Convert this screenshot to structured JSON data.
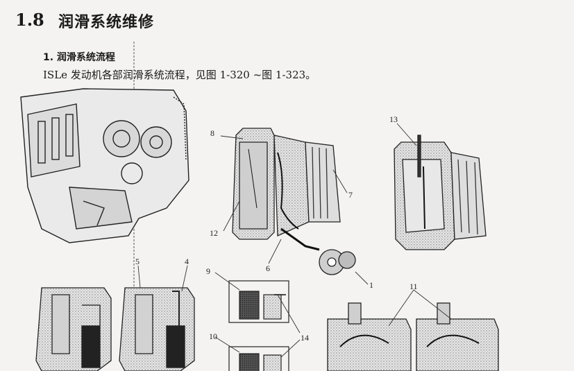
{
  "section": {
    "number": "1.8",
    "title": "润滑系统维修"
  },
  "subsection": {
    "title": "1. 润滑系统流程"
  },
  "paragraph": "ISLe 发动机各部润滑系统流程，见图 1-320 ~图 1-323。",
  "figure_labels": {
    "l1": "1",
    "l4": "4",
    "l5": "5",
    "l6": "6",
    "l7": "7",
    "l8": "8",
    "l9": "9",
    "l10": "10",
    "l11": "11",
    "l12": "12",
    "l13": "13",
    "l14": "14"
  }
}
